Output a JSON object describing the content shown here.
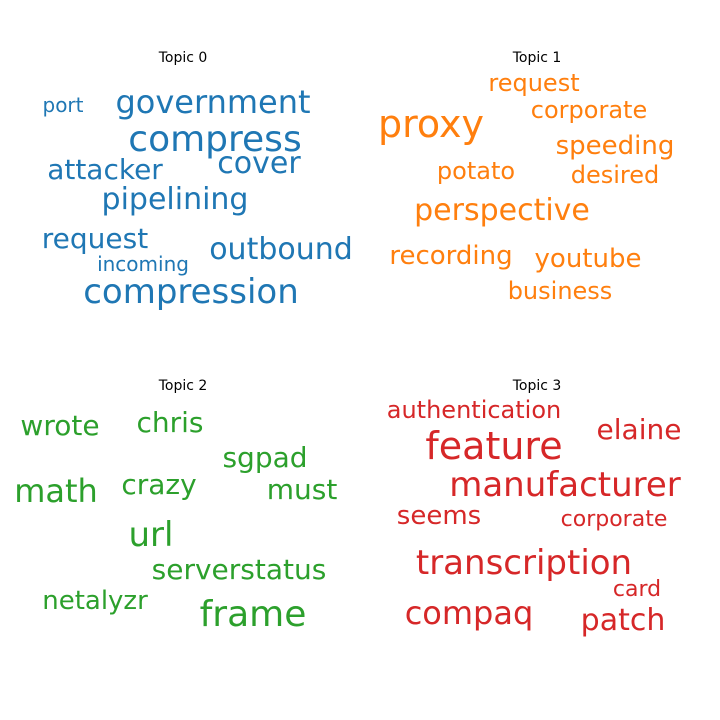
{
  "chart_data": {
    "type": "wordcloud",
    "panels": [
      {
        "title": "Topic 0",
        "color": "#1f77b4",
        "words": [
          "port",
          "government",
          "compress",
          "attacker",
          "cover",
          "pipelining",
          "request",
          "outbound",
          "incoming",
          "compression"
        ]
      },
      {
        "title": "Topic 1",
        "color": "#ff7f0e",
        "words": [
          "request",
          "corporate",
          "proxy",
          "speeding",
          "potato",
          "desired",
          "perspective",
          "recording",
          "youtube",
          "business"
        ]
      },
      {
        "title": "Topic 2",
        "color": "#2ca02c",
        "words": [
          "wrote",
          "chris",
          "sgpad",
          "math",
          "crazy",
          "must",
          "url",
          "serverstatus",
          "netalyzr",
          "frame"
        ]
      },
      {
        "title": "Topic 3",
        "color": "#d62728",
        "words": [
          "authentication",
          "elaine",
          "feature",
          "manufacturer",
          "seems",
          "corporate",
          "transcription",
          "card",
          "compaq",
          "patch"
        ]
      }
    ]
  }
}
